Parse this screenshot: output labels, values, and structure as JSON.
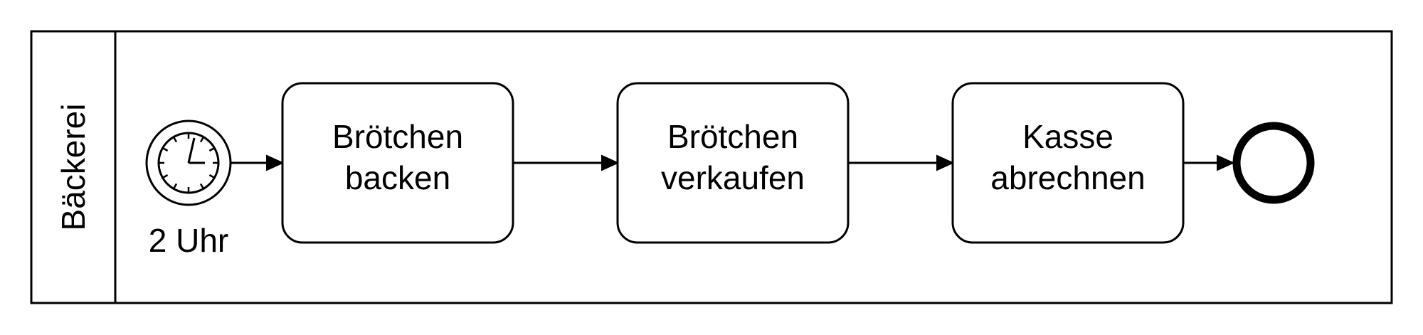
{
  "pool": {
    "label": "Bäckerei"
  },
  "start_event": {
    "type": "timer",
    "icon": "clock-icon",
    "label": "2 Uhr"
  },
  "tasks": [
    {
      "line1": "Brötchen",
      "line2": "backen"
    },
    {
      "line1": "Brötchen",
      "line2": "verkaufen"
    },
    {
      "line1": "Kasse",
      "line2": "abrechnen"
    }
  ],
  "end_event": {
    "type": "end"
  },
  "colors": {
    "stroke": "#000000",
    "fill": "#ffffff"
  }
}
